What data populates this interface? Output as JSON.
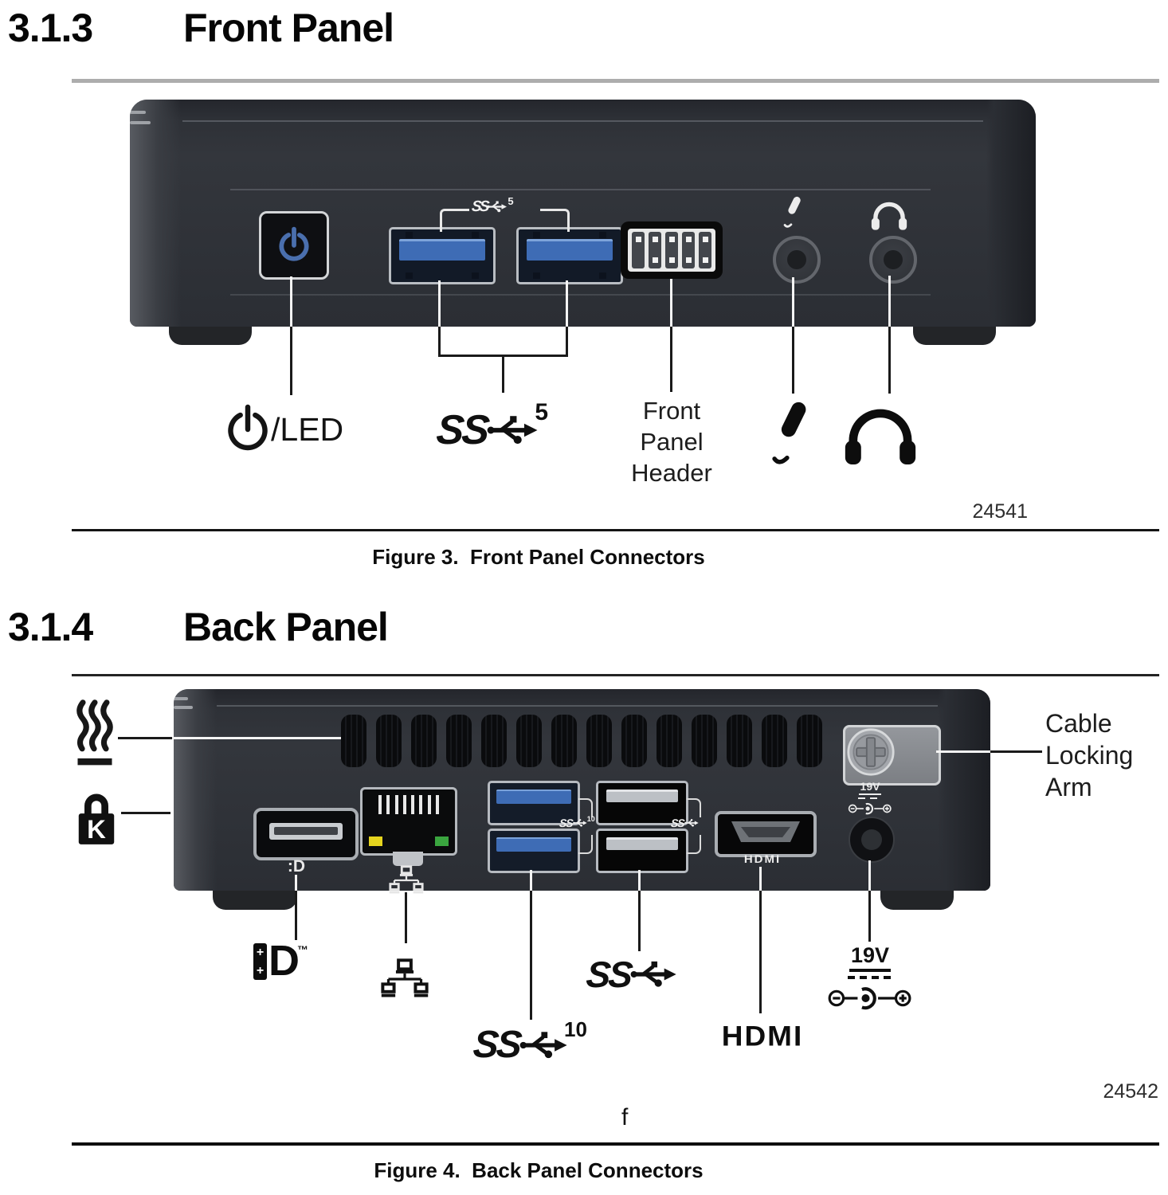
{
  "sections": {
    "front": {
      "number": "3.1.3",
      "title": "Front Panel"
    },
    "back": {
      "number": "3.1.4",
      "title": "Back Panel"
    }
  },
  "figure_front": {
    "device": {
      "ss": "SS",
      "speed": "5"
    },
    "callouts": {
      "power_led": "/LED",
      "ss": "SS",
      "speed": "5",
      "header": {
        "line1": "Front",
        "line2": "Panel",
        "line3": "Header"
      }
    },
    "artwork_number": "24541",
    "caption": "Figure 3.  Front Panel Connectors"
  },
  "figure_back": {
    "device": {
      "dp": ":D",
      "ss_blue": "SS",
      "ss_blue_speed": "10",
      "ss_black": "SS",
      "hdmi": "HDMI",
      "voltage": "19V",
      "lock_glyph": "K"
    },
    "callouts": {
      "cable_arm": {
        "line1": "Cable",
        "line2": "Locking",
        "line3": "Arm"
      },
      "dp_plus": "+",
      "dp_d": "D",
      "dp_tm": "™",
      "ss10": "SS",
      "ss10_speed": "10",
      "ss": "SS",
      "hdmi": "HDMI",
      "voltage": "19V"
    },
    "artwork_number": "24542",
    "stray_text": "f",
    "caption": "Figure 4.  Back Panel Connectors"
  },
  "colors": {
    "usb_blue": "#3e6cb5",
    "power_blue": "#4a6fae",
    "led_yellow": "#e5d41e",
    "led_green": "#3aa53f"
  }
}
